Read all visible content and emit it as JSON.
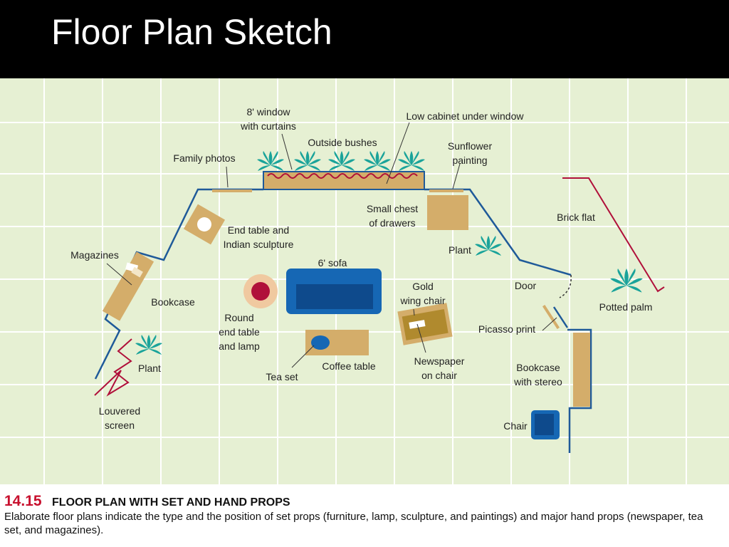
{
  "slide": {
    "title": "Floor Plan Sketch"
  },
  "labels": {
    "window": [
      "8' window",
      "with curtains"
    ],
    "low_cabinet": "Low cabinet under window",
    "outside_bushes": "Outside bushes",
    "family_photos": "Family photos",
    "sunflower_painting": [
      "Sunflower",
      "painting"
    ],
    "small_chest": [
      "Small chest",
      "of drawers"
    ],
    "brick_flat": "Brick flat",
    "end_table_sculpture": [
      "End table and",
      "Indian sculpture"
    ],
    "plant_right": "Plant",
    "magazines": "Magazines",
    "sofa": "6' sofa",
    "bookcase_left": "Bookcase",
    "gold_chair": [
      "Gold",
      "wing chair"
    ],
    "door": "Door",
    "potted_palm": "Potted palm",
    "round_table": [
      "Round",
      "end table",
      "and lamp"
    ],
    "picasso": "Picasso print",
    "plant_left": "Plant",
    "newspaper": [
      "Newspaper",
      "on chair"
    ],
    "coffee_table": "Coffee table",
    "tea_set": "Tea set",
    "bookcase_stereo": [
      "Bookcase",
      "with stereo"
    ],
    "louvered_screen": [
      "Louvered",
      "screen"
    ],
    "chair": "Chair"
  },
  "caption": {
    "number": "14.15",
    "title": "FLOOR PLAN WITH SET AND HAND PROPS",
    "text": "Elaborate floor plans indicate the type and the position of set props (furniture, lamp, sculpture, and paintings) and major hand props (newspaper, tea set, and magazines)."
  },
  "colors": {
    "grid_bg": "#e6f0d3",
    "grid_line": "#ffffff",
    "wall": "#1f5a99",
    "furniture": "#d4ad6a",
    "sofa": "#1667b4",
    "sofa_seat": "#0e4a8c",
    "plant": "#1aa39a",
    "red_accent": "#b0103a",
    "caption_number": "#c8102e"
  }
}
